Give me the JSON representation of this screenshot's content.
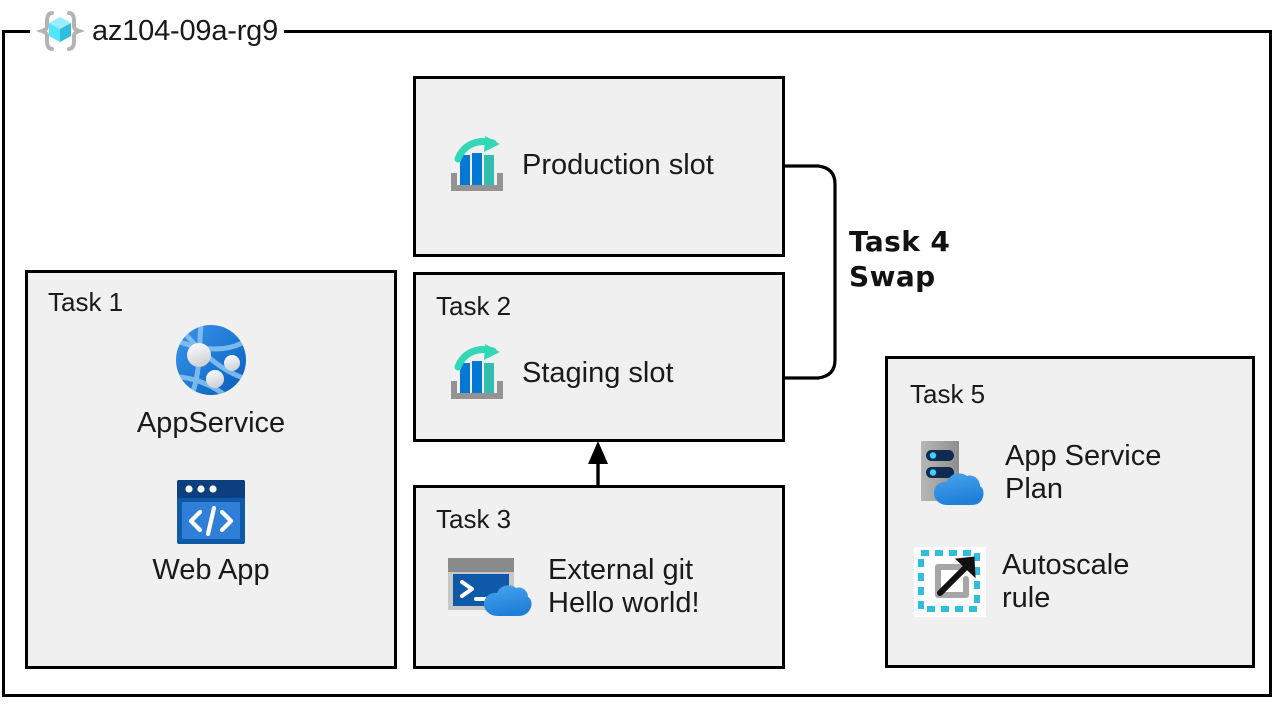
{
  "frame": {
    "title": "az104-09a-rg9",
    "icon": "resource-group-cube-icon"
  },
  "boxes": {
    "production": {
      "label": "",
      "item_label": "Production slot",
      "icon": "deployment-slot-icon"
    },
    "task1": {
      "label": "Task 1",
      "items": [
        {
          "label": "AppService",
          "icon": "app-service-globe-icon"
        },
        {
          "label": "Web App",
          "icon": "web-app-code-window-icon"
        }
      ]
    },
    "task2": {
      "label": "Task 2",
      "item_label": "Staging slot",
      "icon": "deployment-slot-icon"
    },
    "task3": {
      "label": "Task 3",
      "item_label": "External git\nHello world!",
      "icon": "cloud-shell-terminal-icon"
    },
    "task5": {
      "label": "Task 5",
      "items": [
        {
          "label": "App Service\nPlan",
          "icon": "app-service-plan-server-cloud-icon"
        },
        {
          "label": "Autoscale\nrule",
          "icon": "autoscale-rule-arrow-icon"
        }
      ]
    }
  },
  "annotations": {
    "swap": "Task 4\nSwap"
  },
  "colors": {
    "box_fill": "#f0f0f0",
    "stroke": "#000000",
    "azure_blue": "#0078d4",
    "azure_teal": "#32bdaf",
    "azure_cyan": "#50e6ff",
    "gray": "#9a9a9a",
    "navy": "#003067"
  }
}
